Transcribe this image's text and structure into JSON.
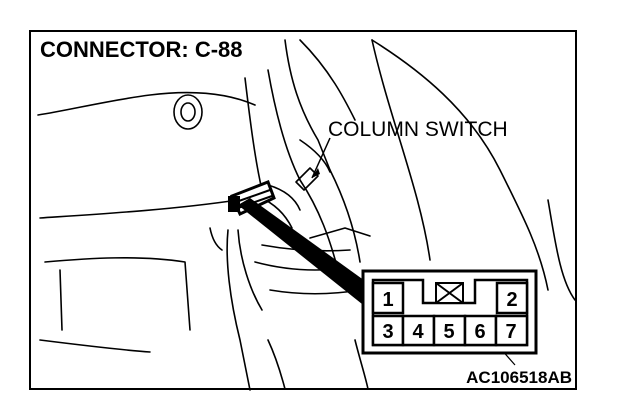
{
  "diagram": {
    "title": "CONNECTOR: C-88",
    "callout_label": "COLUMN SWITCH",
    "figure_code": "AC106518AB",
    "connector_pins": {
      "top_row": [
        "1",
        "2"
      ],
      "bottom_row": [
        "3",
        "4",
        "5",
        "6",
        "7"
      ]
    }
  }
}
